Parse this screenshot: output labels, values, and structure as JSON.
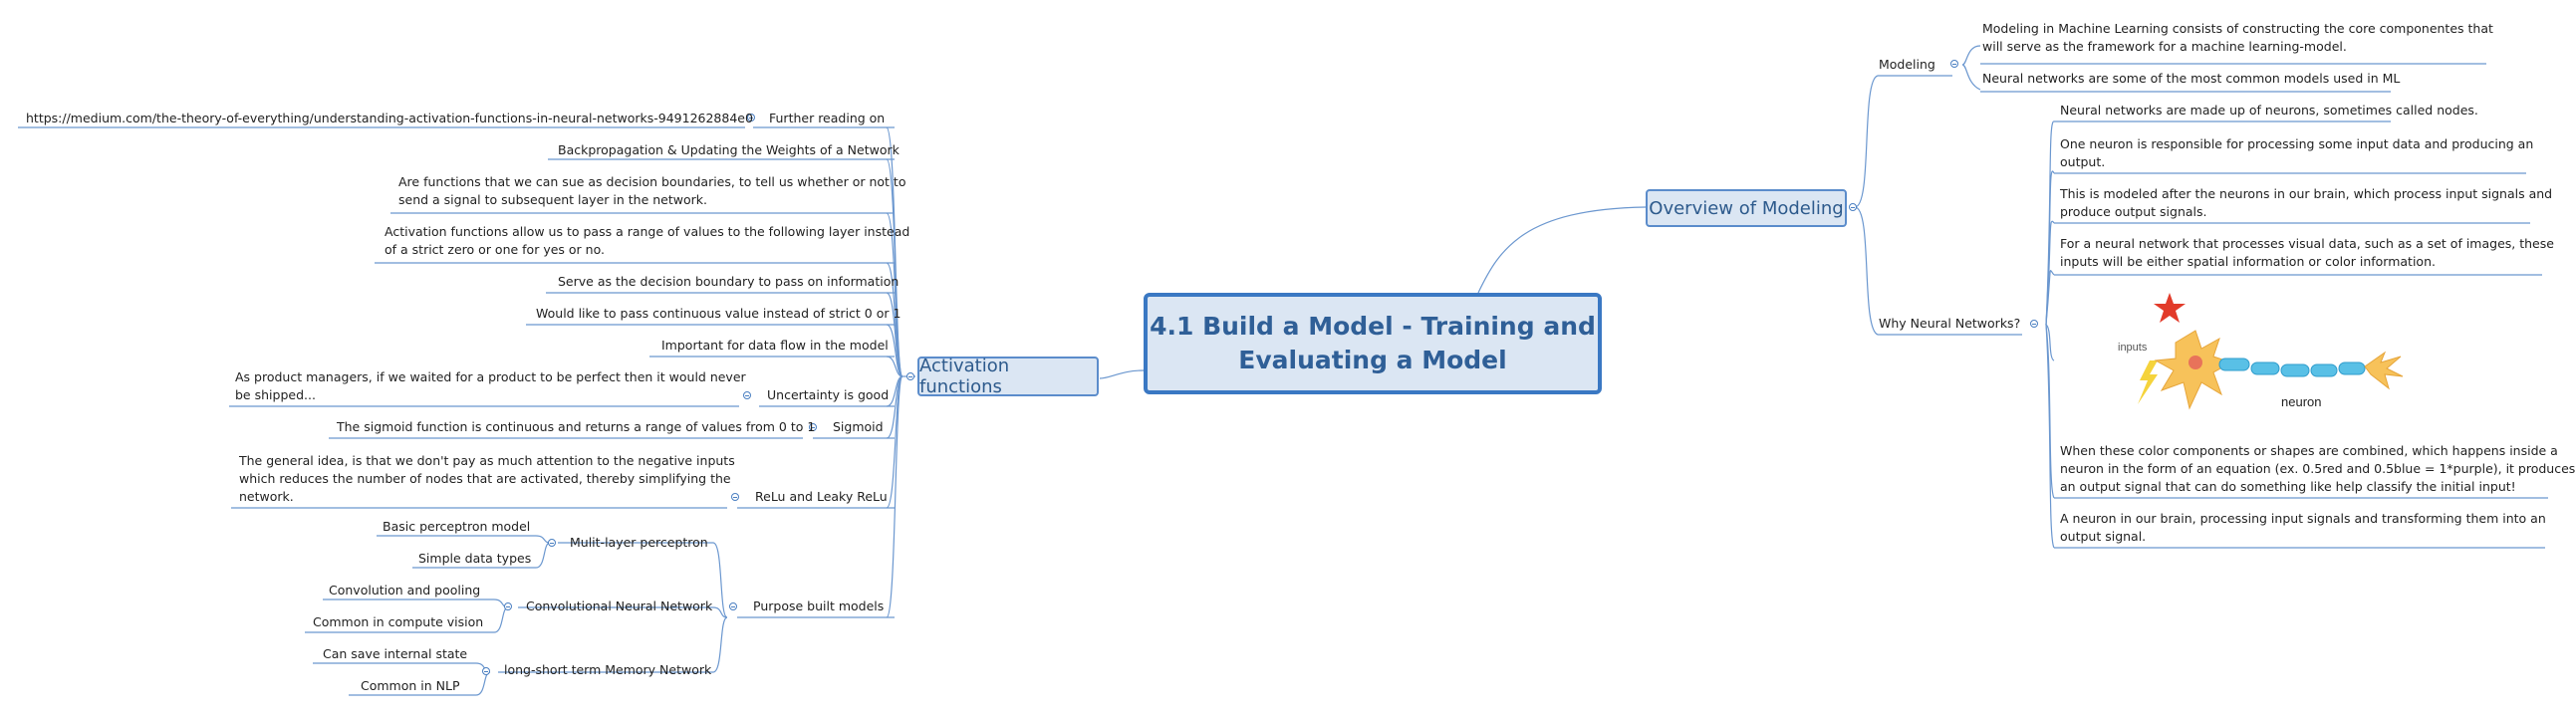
{
  "central": {
    "line1": "4.1 Build a Model - Training and",
    "line2": "Evaluating a Model"
  },
  "overview": {
    "label": "Overview of Modeling",
    "modeling": {
      "label": "Modeling",
      "items": [
        {
          "line1": "Modeling in Machine Learning consists of constructing the core componentes that",
          "line2": "will serve as the framework for a machine learning-model."
        },
        {
          "line1": "Neural networks are some of the most common models used in ML"
        }
      ]
    },
    "why": {
      "label": "Why Neural Networks?",
      "items": [
        {
          "line1": "Neural networks are made up of neurons, sometimes called nodes."
        },
        {
          "line1": "One neuron is responsible for processing some input data and producing an",
          "line2": "output."
        },
        {
          "line1": "This is modeled after the neurons in our brain, which process input signals and",
          "line2": "produce output signals."
        },
        {
          "line1": "For a neural network that processes visual data, such as a set of images, these",
          "line2": "inputs will be either spatial information or color information."
        },
        {
          "line1": "When these color components or shapes are combined, which happens inside a",
          "line2": "neuron in the form of an equation (ex. 0.5red and 0.5blue = 1*purple), it produces",
          "line3": "an output signal that can do something like help classify the initial input!"
        },
        {
          "line1": "A neuron in our brain, processing input signals and transforming them into an",
          "line2": "output signal."
        }
      ],
      "image": {
        "inputs_label": "inputs",
        "neuron_label": "neuron"
      }
    }
  },
  "activation": {
    "label": "Activation functions",
    "further_reading": {
      "label": "Further reading on",
      "url": "https://medium.com/the-theory-of-everything/understanding-activation-functions-in-neural-networks-9491262884e0"
    },
    "backprop": "Backpropagation & Updating the Weights of a Network",
    "boundaries": {
      "line1": "Are functions that we can sue as decision boundaries, to tell us whether or not to",
      "line2": "send a signal to subsequent layer in the network."
    },
    "range": {
      "line1": "Activation functions allow us to pass a range of values to the following layer instead",
      "line2": "of a strict zero or one for yes or no."
    },
    "serve": "Serve as the decision boundary to pass on information",
    "continuous": "Would like to pass continuous value instead of strict 0 or 1",
    "important": "Important for data flow in the model",
    "uncertainty": {
      "label": "Uncertainty is good",
      "child": {
        "line1": "As product managers, if we waited for a product to be perfect then it would never",
        "line2": "be shipped..."
      }
    },
    "sigmoid": {
      "label": "Sigmoid",
      "child": "The sigmoid function is continuous and returns a range of values from 0 to 1"
    },
    "relu": {
      "label": "ReLu and Leaky ReLu",
      "child": {
        "line1": "The general idea, is that we don't pay as much attention to the negative inputs",
        "line2": "which reduces the number of nodes that are activated, thereby simplifying the",
        "line3": "network."
      }
    },
    "purpose": {
      "label": "Purpose built models",
      "mlp": {
        "label": "Mulit-layer perceptron",
        "items": [
          "Basic perceptron model",
          "Simple data types"
        ]
      },
      "cnn": {
        "label": "Convolutional Neural Network",
        "items": [
          "Convolution and pooling",
          "Common in compute vision"
        ]
      },
      "lstm": {
        "label": "long-short term Memory Network",
        "items": [
          "Can save internal state",
          "Common in NLP"
        ]
      }
    }
  },
  "colors": {
    "line": "#4a7fc1",
    "central_border": "#3a78c3",
    "branch_fill": "#dbe6f3",
    "text": "#222222",
    "title": "#2f5f97"
  }
}
